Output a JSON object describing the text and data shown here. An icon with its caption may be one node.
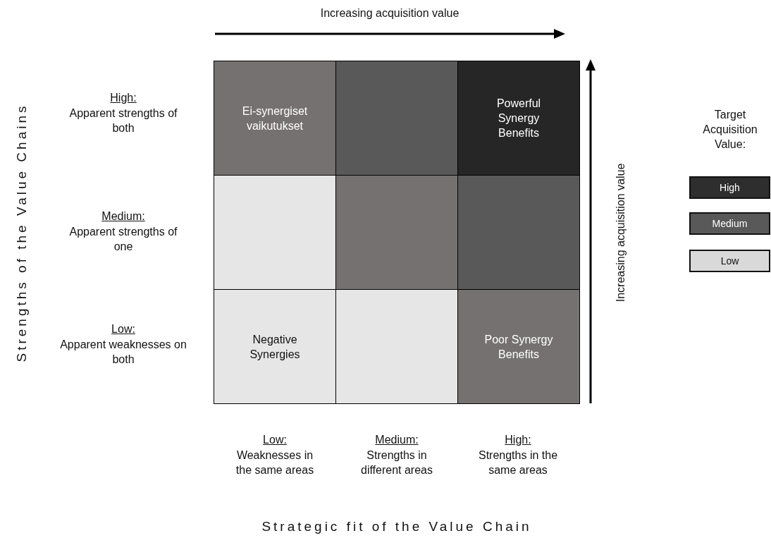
{
  "diagram": {
    "nodes": [
      {
        "text": [
          "Ei-synergiset vaikutukset"
        ]
      },
      {
        "text": [],
        "shape": "box"
      },
      {
        "text": [
          "Powerful Synergy Benefits"
        ]
      },
      {
        "text": [],
        "shape": "box"
      },
      {
        "text": [],
        "shape": "box"
      },
      {
        "text": [],
        "shape": "box"
      },
      {
        "text": [
          "Negative Synergies"
        ]
      },
      {
        "text": [],
        "shape": "box"
      },
      {
        "text": [
          "Poor Synergy Benefits"
        ]
      }
    ],
    "edges": [],
    "labels": [
      "Increasing acquisition value",
      "Strengths of the Value Chains",
      "High:",
      "Apparent strengths of both",
      "Target Acquisition Value:",
      "Increasing acquisition value",
      "Medium:",
      "Apparent strengths of one",
      "Low:",
      "Apparent weaknesses on both",
      "Low:",
      "Weaknesses in the same areas",
      "Medium:",
      "Strengths in different areas",
      "High:",
      "Strengths in the same areas",
      "Strategic fit of the Value Chain"
    ],
    "legend": [
      {
        "text": "High",
        "color": "#2e2e2e"
      },
      {
        "text": "Medium",
        "color": "#595959"
      },
      {
        "text": "Low",
        "color": "#d9d9d9"
      }
    ]
  }
}
